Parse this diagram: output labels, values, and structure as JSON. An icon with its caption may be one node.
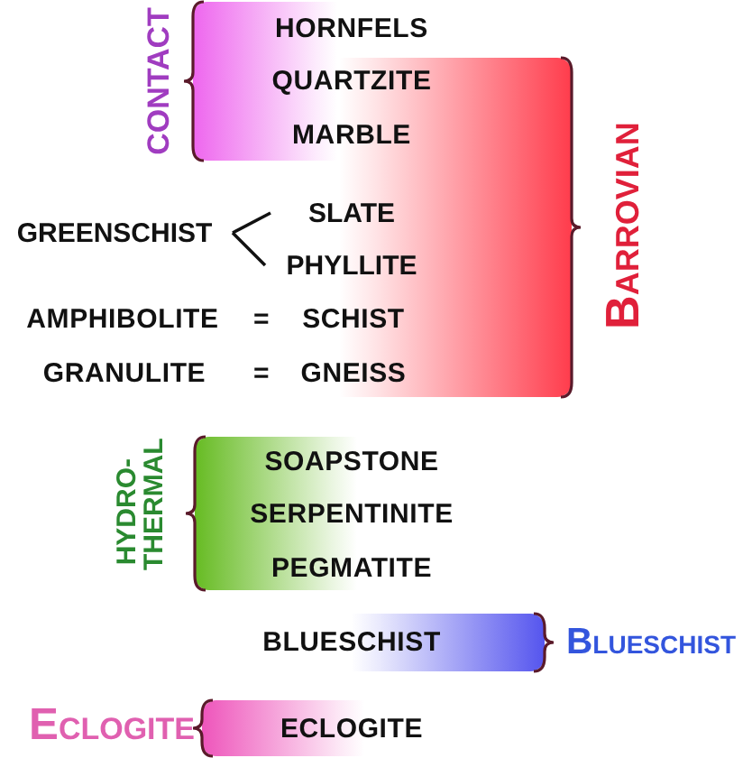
{
  "diagram": {
    "nodes": [
      {
        "text": [
          "CONTACT"
        ]
      },
      {
        "text": [
          "BARROVIAN"
        ]
      },
      {
        "text": [
          "HYDRO- THERMAL"
        ]
      },
      {
        "text": [
          "BLUESCHIST"
        ]
      },
      {
        "text": [
          "ECLOGITE"
        ]
      },
      {
        "text": [
          "GREENSCHIST"
        ]
      },
      {
        "text": [
          "SLATE"
        ]
      },
      {
        "text": [
          "PHYLLITE"
        ]
      }
    ],
    "edges": [
      {
        "from": 5,
        "to": 6,
        "arrow": "none"
      },
      {
        "from": 5,
        "to": 7,
        "arrow": "none"
      }
    ],
    "labels": [
      "HORNFELS",
      "QUARTZITE",
      "MARBLE",
      "AMPHIBOLITE",
      "=",
      "SCHIST",
      "GRANULITE",
      "=",
      "GNEISS",
      "SOAPSTONE",
      "SERPENTINITE",
      "PEGMATITE",
      "BLUESCHIST",
      "ECLOGITE"
    ]
  }
}
